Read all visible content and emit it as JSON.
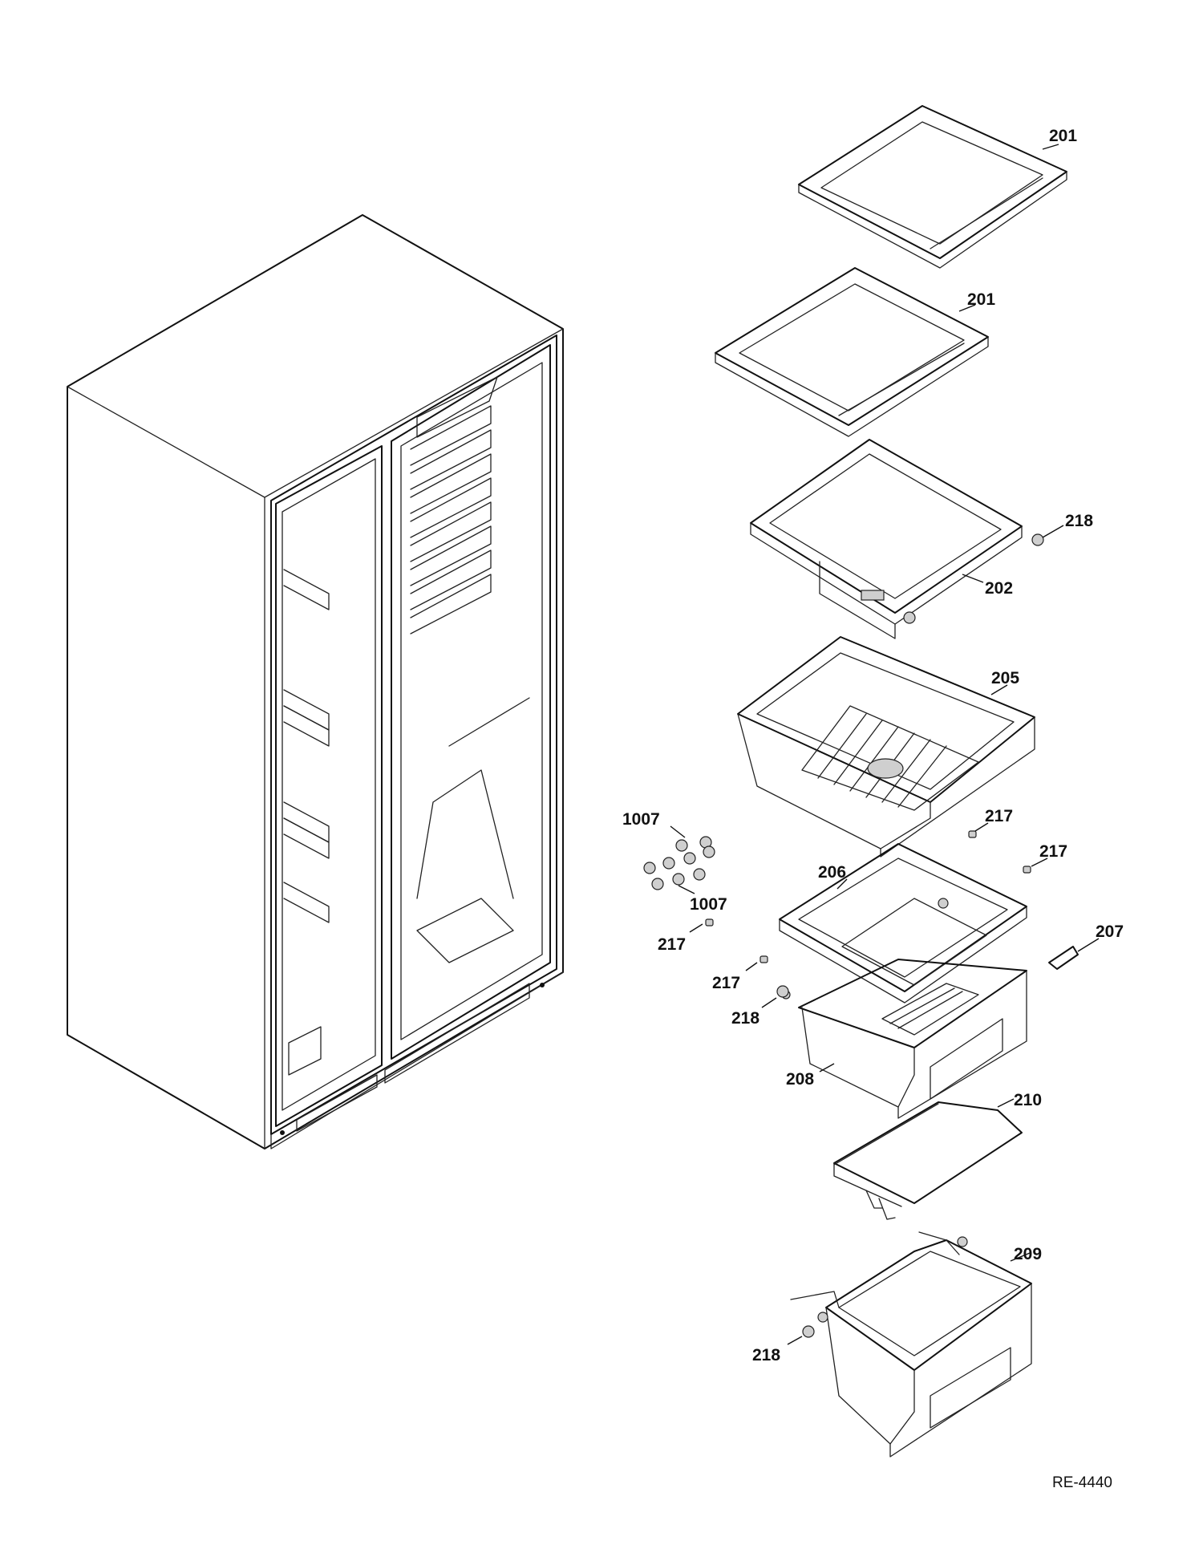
{
  "drawing_ref": "RE-4440",
  "callouts": {
    "c201a": "201",
    "c201b": "201",
    "c218a": "218",
    "c202": "202",
    "c205": "205",
    "c1007a": "1007",
    "c1007b": "1007",
    "c217a": "217",
    "c217b": "217",
    "c206": "206",
    "c217c": "217",
    "c207": "207",
    "c217d": "217",
    "c218b": "218",
    "c208": "208",
    "c210": "210",
    "c209": "209",
    "c218c": "218"
  }
}
